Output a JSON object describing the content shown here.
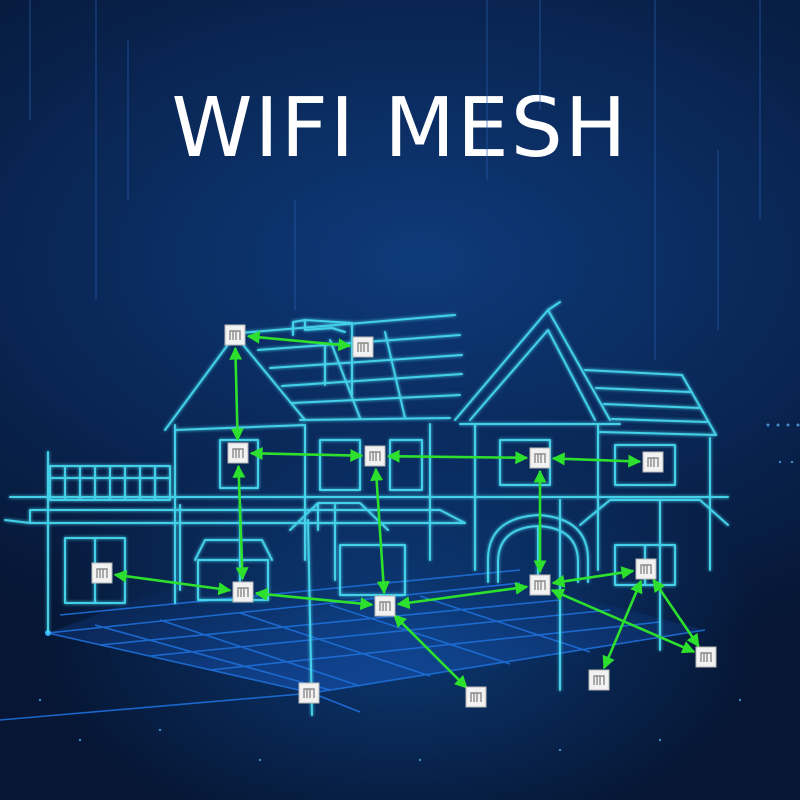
{
  "title": "WIFI MESH",
  "colors": {
    "background": "#061634",
    "house_lines": "#46d9f0",
    "floor_lines": "#1e6fd8",
    "link": "#2de02d",
    "node_fill": "#f2f2f2",
    "node_border": "#b8b8b8"
  },
  "mesh": {
    "nodes": [
      {
        "id": "n1"
      },
      {
        "id": "n2"
      },
      {
        "id": "n3"
      },
      {
        "id": "n4"
      },
      {
        "id": "n5"
      },
      {
        "id": "n6"
      },
      {
        "id": "n7"
      },
      {
        "id": "n8"
      },
      {
        "id": "n9"
      },
      {
        "id": "n10"
      },
      {
        "id": "n11"
      },
      {
        "id": "n12"
      },
      {
        "id": "n13"
      },
      {
        "id": "n14"
      },
      {
        "id": "n15"
      },
      {
        "id": "n16"
      }
    ],
    "links": [
      [
        "n1",
        "n2"
      ],
      [
        "n1",
        "n3"
      ],
      [
        "n3",
        "n4"
      ],
      [
        "n4",
        "n5"
      ],
      [
        "n5",
        "n6"
      ],
      [
        "n3",
        "n8"
      ],
      [
        "n4",
        "n9"
      ],
      [
        "n5",
        "n10"
      ],
      [
        "n7",
        "n8"
      ],
      [
        "n8",
        "n9"
      ],
      [
        "n9",
        "n10"
      ],
      [
        "n10",
        "n11"
      ],
      [
        "n9",
        "n12"
      ],
      [
        "n10",
        "n13"
      ],
      [
        "n11",
        "n14"
      ],
      [
        "n11",
        "n15"
      ]
    ]
  }
}
